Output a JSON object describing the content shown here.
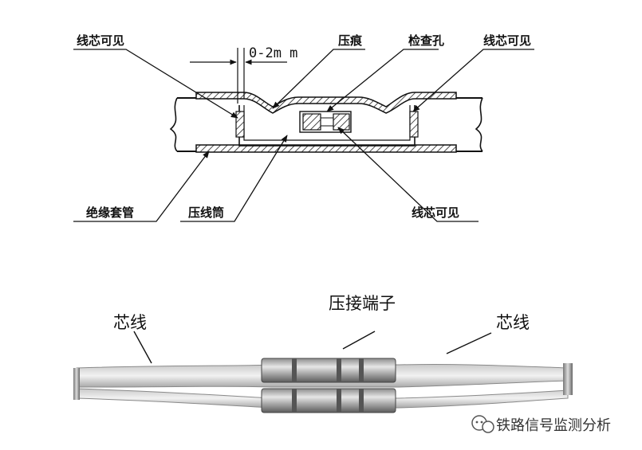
{
  "diagram": {
    "labels": {
      "core_visible_left": "线芯可见",
      "gap_dimension": "0-2m m",
      "crimp_mark": "压痕",
      "inspection_hole": "检查孔",
      "core_visible_right": "线芯可见",
      "insulation_sleeve": "绝缘套管",
      "crimp_barrel": "压线筒",
      "core_visible_bottom": "线芯可见"
    }
  },
  "photo": {
    "labels": {
      "core_wire_left": "芯线",
      "crimp_terminal": "压接端子",
      "core_wire_right": "芯线"
    }
  },
  "watermark": {
    "text": "铁路信号监测分析",
    "icon": "wechat-icon"
  }
}
